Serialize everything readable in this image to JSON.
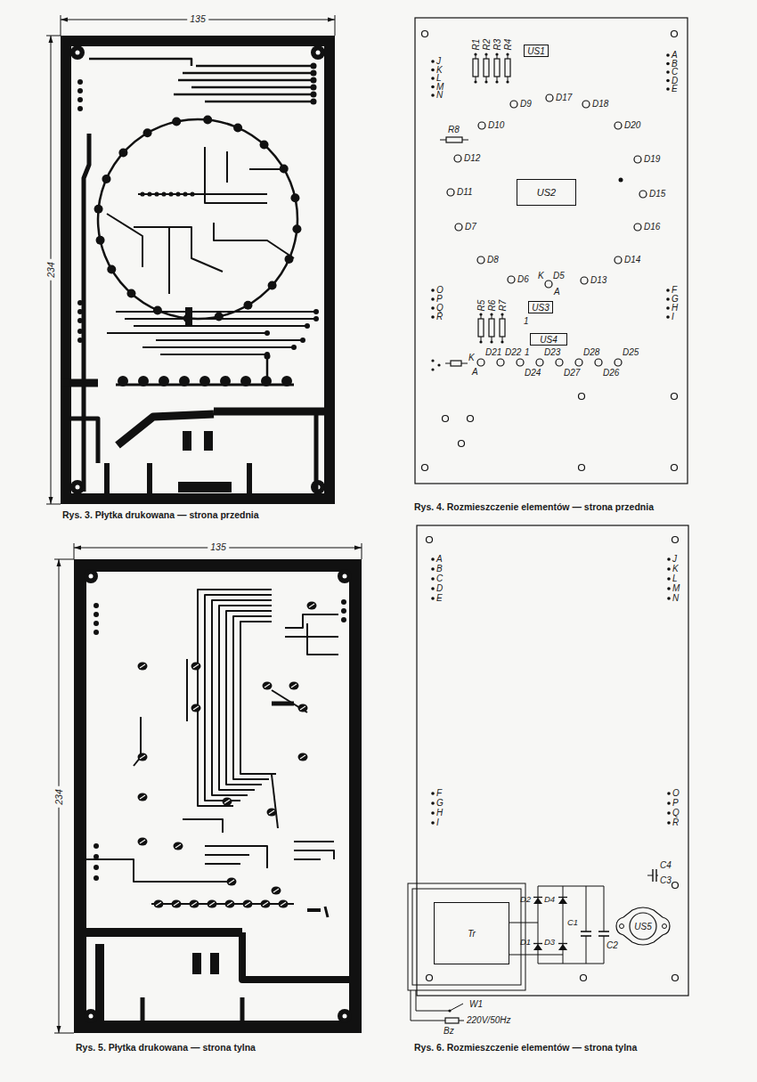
{
  "diagram": {
    "nodes": [
      {
        "text": [
          "US1"
        ]
      },
      {
        "text": [
          "US2"
        ]
      },
      {
        "text": [
          "US3"
        ]
      },
      {
        "text": [
          "US4"
        ]
      },
      {
        "text": [
          "Tr"
        ]
      },
      {
        "text": [
          "US5"
        ]
      }
    ],
    "labels": [
      "135",
      "234",
      "Rys. 3. Płytka drukowana — strona przednia",
      "135",
      "234",
      "Rys. 5. Płytka drukowana — strona tylna",
      "J",
      "K",
      "L",
      "M",
      "N",
      "A",
      "B",
      "C",
      "D",
      "E",
      "R1",
      "R2",
      "R3",
      "R4",
      "D9",
      "D17",
      "D18",
      "R8",
      "D10",
      "D20",
      "D12",
      "D19",
      "D11",
      "D15",
      "D7",
      "D16",
      "D8",
      "D14",
      "D6",
      "K",
      "D5",
      "A",
      "D13",
      "O",
      "P",
      "Q",
      "R",
      "F",
      "G",
      "H",
      "I",
      "R5",
      "R6",
      "R7",
      "1",
      "1",
      "K",
      "D21",
      "A",
      "D22",
      "D24",
      "D23",
      "D27",
      "D28",
      "D26",
      "D25",
      "Rys. 4. Rozmieszczenie elementów — strona przednia",
      "A",
      "B",
      "C",
      "D",
      "E",
      "J",
      "K",
      "L",
      "M",
      "N",
      "F",
      "G",
      "H",
      "I",
      "O",
      "P",
      "Q",
      "R",
      "C4",
      "C3",
      "D2",
      "D4",
      "C1",
      "C2",
      "D1",
      "D3",
      "W1",
      "Bz",
      "220V/50Hz",
      "Rys. 6. Rozmieszczenie elementów — strona tylna"
    ]
  }
}
